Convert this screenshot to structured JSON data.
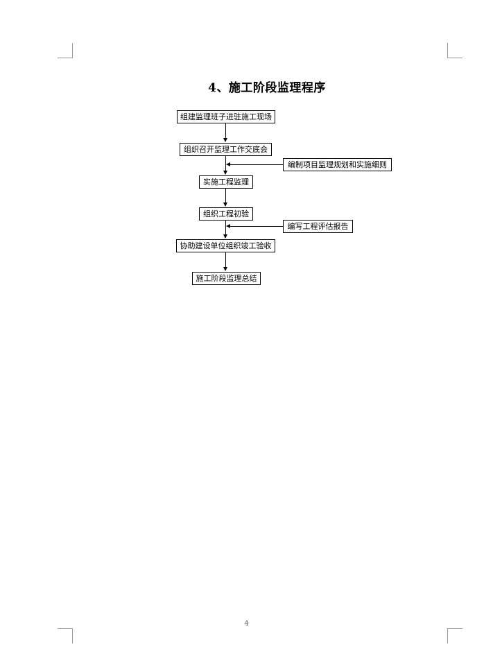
{
  "title": "4、施工阶段监理程序",
  "flow": {
    "step1": "组建监理班子进驻施工现场",
    "step2": "组织召开监理工作交底会",
    "side1": "编制项目监理规划和实施细则",
    "step3": "实施工程监理",
    "step4": "组织工程初验",
    "side2": "编写工程评估报告",
    "step5": "协助建设单位组织竣工验收",
    "step6": "施工阶段监理总结"
  },
  "page_number": "4"
}
